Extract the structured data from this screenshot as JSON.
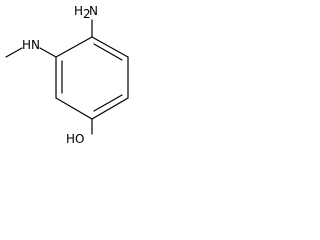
{
  "molecule": {
    "labels": {
      "amine": "H",
      "amine_sub": "2",
      "amine_n": "N",
      "methylamino_h": "H",
      "methylamino_n": "N",
      "hydroxyl": "HO"
    },
    "colors": {
      "bond": "#000000",
      "text": "#000000",
      "background": "#ffffff"
    }
  }
}
